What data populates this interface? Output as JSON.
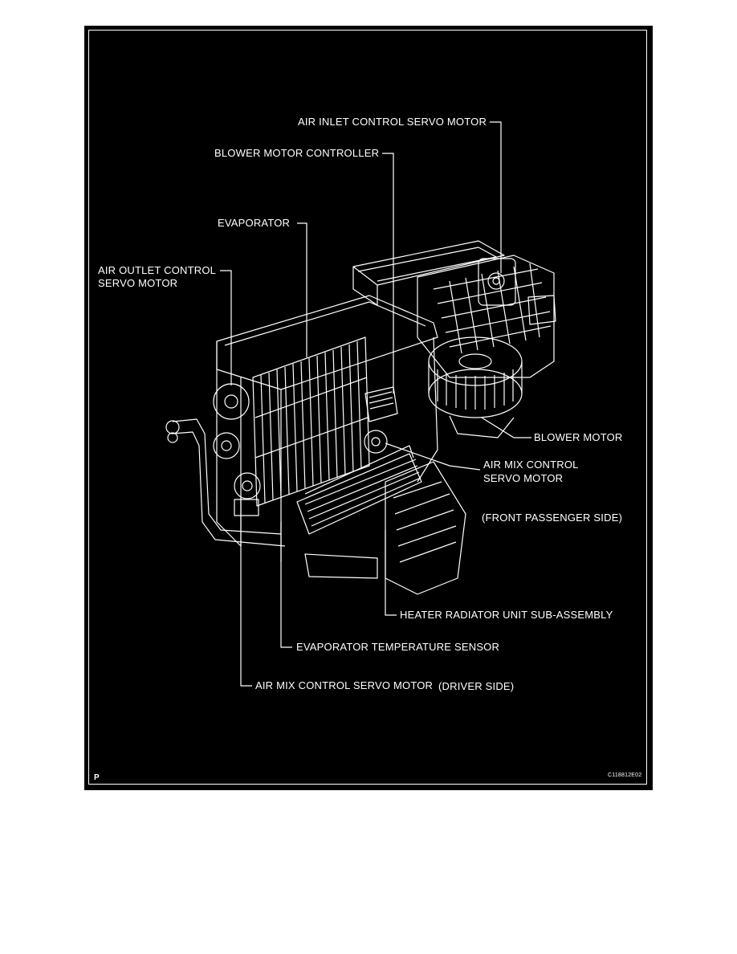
{
  "labels": {
    "air_inlet": "AIR INLET CONTROL SERVO MOTOR",
    "blower_controller": "BLOWER MOTOR CONTROLLER",
    "evaporator": "EVAPORATOR",
    "air_outlet_line1": "AIR OUTLET CONTROL",
    "air_outlet_line2": "SERVO MOTOR",
    "blower_motor": "BLOWER MOTOR",
    "air_mix_line1": "AIR MIX CONTROL",
    "air_mix_line2": "SERVO MOTOR",
    "front_passenger": "(FRONT PASSENGER SIDE)",
    "heater_radiator": "HEATER RADIATOR UNIT SUB-ASSEMBLY",
    "evap_temp_sensor": "EVAPORATOR TEMPERATURE SENSOR",
    "air_mix_driver": "AIR MIX CONTROL SERVO MOTOR",
    "driver_side": "(DRIVER SIDE)",
    "corner_mark": "P",
    "figure_code": "C118812E02"
  },
  "colors": {
    "background": "#000000",
    "line": "#ffffff",
    "page": "#ffffff"
  }
}
